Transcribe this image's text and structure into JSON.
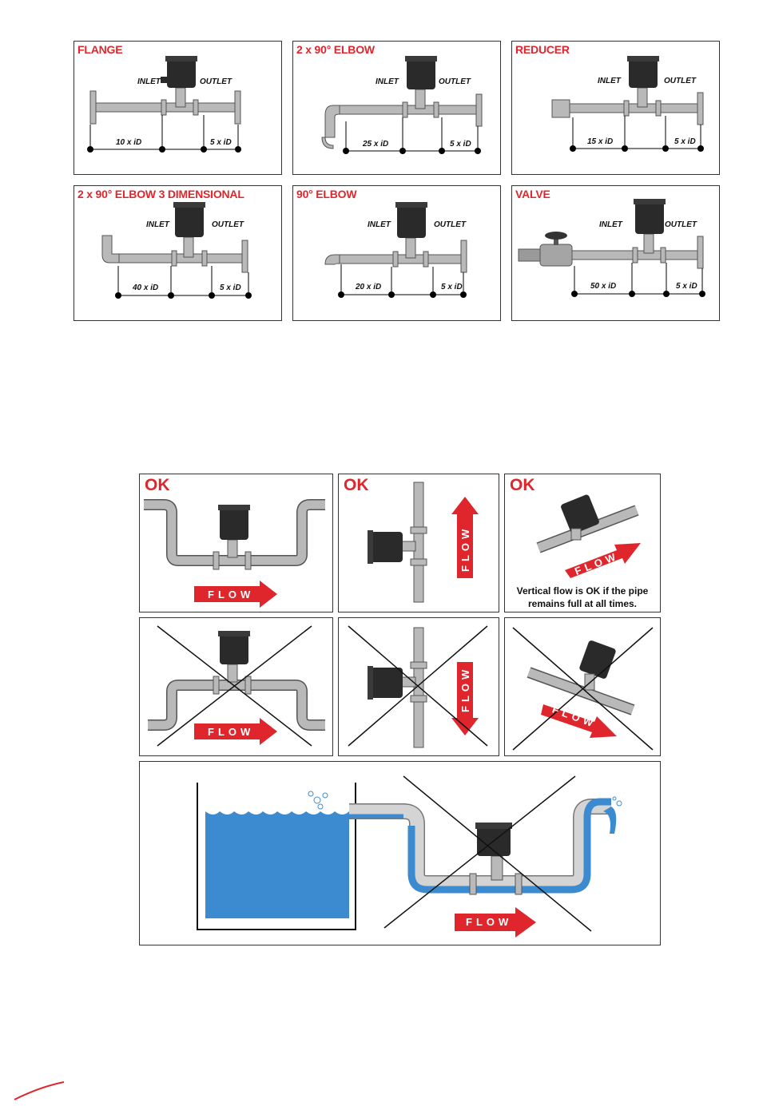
{
  "installation_panels": [
    {
      "title": "FLANGE",
      "inlet": "INLET",
      "outlet": "OUTLET",
      "upstream": "10 x iD",
      "downstream": "5 x iD"
    },
    {
      "title": "2 x 90° ELBOW",
      "inlet": "INLET",
      "outlet": "OUTLET",
      "upstream": "25 x iD",
      "downstream": "5 x iD"
    },
    {
      "title": "REDUCER",
      "inlet": "INLET",
      "outlet": "OUTLET",
      "upstream": "15 x iD",
      "downstream": "5 x iD"
    },
    {
      "title": "2 x 90° ELBOW  3 DIMENSIONAL",
      "inlet": "INLET",
      "outlet": "OUTLET",
      "upstream": "40 x iD",
      "downstream": "5 x iD"
    },
    {
      "title": "90° ELBOW",
      "inlet": "INLET",
      "outlet": "OUTLET",
      "upstream": "20 x iD",
      "downstream": "5 x iD"
    },
    {
      "title": "VALVE",
      "inlet": "INLET",
      "outlet": "OUTLET",
      "upstream": "50 x iD",
      "downstream": "5 x iD"
    }
  ],
  "orientation_panels": {
    "ok_label": "OK",
    "flow_label": "FLOW",
    "vertical_note": "Vertical flow is OK if the pipe remains full at all times."
  },
  "colors": {
    "accent_red": "#e0262d",
    "pipe_gray": "#b9b9b9",
    "water_blue": "#3c8bd0",
    "sensor_black": "#2a2a2a"
  }
}
